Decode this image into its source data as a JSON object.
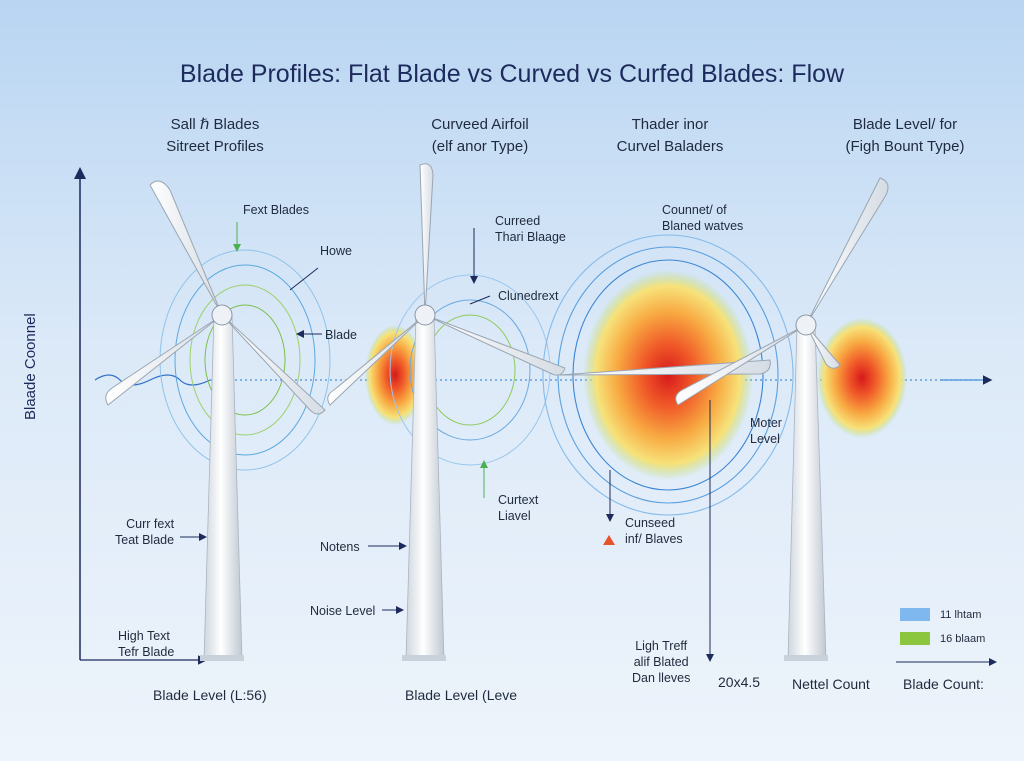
{
  "title": "Blade Profiles: Flat Blade vs Curved vs Curfed Blades: Flow",
  "y_axis_label": "Blaade Coonnel",
  "columns": [
    {
      "line1": "Sall ℏ Blades",
      "line2": "Sitreet Profiles"
    },
    {
      "line1": "Curveed Airfoil",
      "line2": "(elf anor Type)"
    },
    {
      "line1": "Thader inor",
      "line2": "Curvel Baladers"
    },
    {
      "line1": "Blade Level/ for",
      "line2": "(Figh Bount Type)"
    }
  ],
  "annotations": {
    "fext_blades": "Fext Blades",
    "howe": "Howe",
    "blade": "Blade",
    "curreed_1": "Curreed",
    "curreed_2": "Thari Blaage",
    "cluned": "Clunedrext",
    "counet_1": "Counnet/ of",
    "counet_2": "Blaned watves",
    "moter_1": "Moter",
    "moter_2": "Level",
    "curtext_1": "Curtext",
    "curtext_2": "Liavel",
    "cunseed_1": "Cunseed",
    "cunseed_2": "inf/ Blaves",
    "currtext_1": "Curr fext",
    "currtext_2": "Teat Blade",
    "notens": "Notens",
    "noise": "Noise Level",
    "high_1": "High Text",
    "high_2": "Tefr Blade",
    "ligh_1": "Ligh Treff",
    "ligh_2": "alif Blated",
    "ligh_3": "Dan lleves"
  },
  "footer": {
    "f1": "Blade Level (L:56)",
    "f2": "Blade Level (Leve",
    "f3": "20x4.5",
    "f4": "Nettel Count",
    "f5": "Blade Count:"
  },
  "legend": [
    {
      "label": "11 lhtam",
      "color": "#7fb8ee"
    },
    {
      "label": "16 blaam",
      "color": "#8cc63f"
    }
  ]
}
